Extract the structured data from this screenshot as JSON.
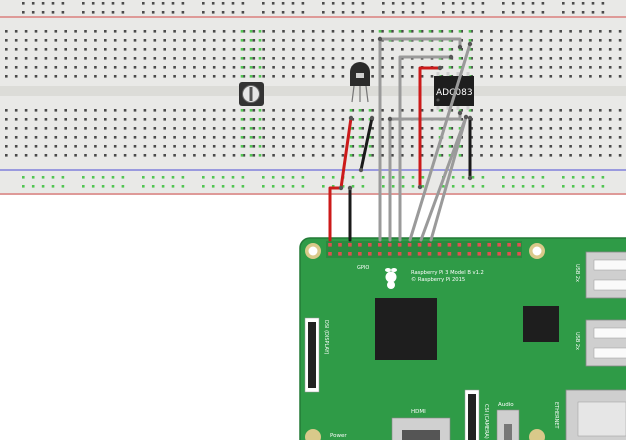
{
  "colors": {
    "breadboard": "#e9e9e7",
    "breadboard_channel": "#dcdcd8",
    "hole": "#4a4a4a",
    "hole_lit": "#53c653",
    "rail_red": "#d44a4a",
    "rail_blue": "#4a4ad4",
    "pcb": "#2f9b47",
    "pcb_edge": "#237a37",
    "chip": "#1e1e1e",
    "wire_red": "#cc1a1a",
    "wire_black": "#1a1a1a",
    "wire_grey": "#9a9a9a",
    "header_pin": "#e05050",
    "gold": "#d9c98a",
    "silver": "#cfcfcf"
  },
  "components": {
    "potentiometer": {
      "name": "potentiometer"
    },
    "transistor": {
      "name": "to92-sensor"
    },
    "adc_chip": {
      "label": "ADC083"
    }
  },
  "pi_board": {
    "title": "Raspberry Pi 3 Model B v1.2",
    "copyright": "© Raspberry Pi 2015",
    "gpio_label": "GPIO",
    "display_label": "DSI (DISPLAY)",
    "hdmi_label": "HDMI",
    "csi_label": "CSI (CAMERA)",
    "audio_label": "Audio",
    "power_label": "Power",
    "usb1_label": "USB 2x",
    "usb2_label": "USB 2x",
    "ethernet_label": "ETHERNET"
  }
}
